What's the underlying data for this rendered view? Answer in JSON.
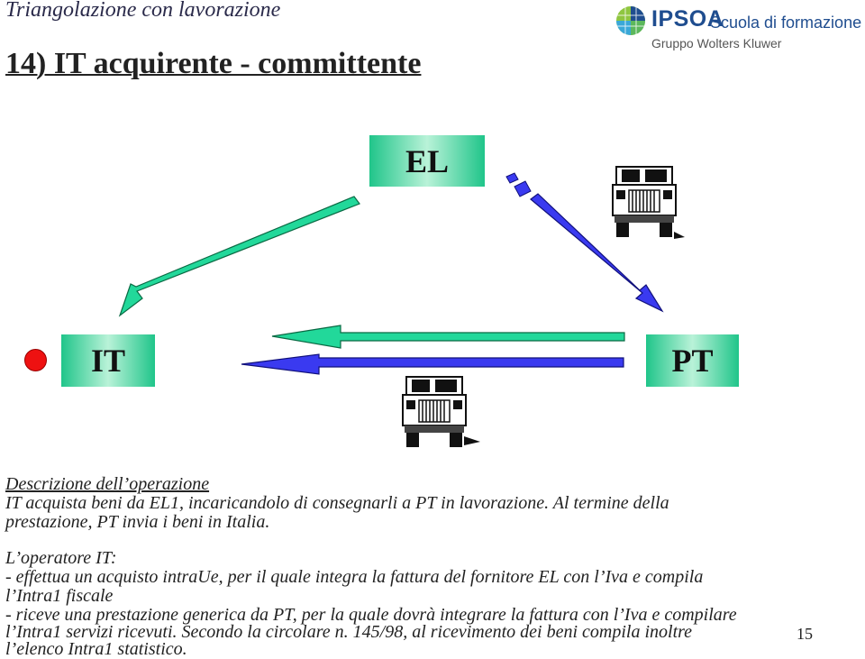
{
  "header": {
    "section_title": "Triangolazione con lavorazione",
    "slide_title": "14) IT acquirente - committente"
  },
  "logo": {
    "brand": "IPSOA",
    "school": "Scuola di formazione",
    "group": "Gruppo Wolters Kluwer"
  },
  "diagram": {
    "nodes": {
      "el": "EL",
      "it": "IT",
      "pt": "PT"
    },
    "colors": {
      "green_arrow": "#22d89a",
      "blue_arrow": "#3a3af0",
      "box_dark": "#20c58a",
      "box_light": "#b9f2d8",
      "marker": "#ee1111"
    },
    "icons": [
      "truck-icon",
      "truck-icon"
    ]
  },
  "description": {
    "heading": "Descrizione dell’operazione",
    "lines": [
      "IT acquista beni da EL1, incaricandolo di consegnarli a PT in lavorazione. Al termine della",
      "prestazione, PT invia i beni in Italia."
    ]
  },
  "obligations": {
    "heading": "L’operatore IT:",
    "lines": [
      "- effettua un acquisto intraUe, per il quale integra la fattura del fornitore EL con l’Iva e compila",
      "l’Intra1 fiscale",
      "- riceve una prestazione generica da PT, per la quale dovrà integrare la fattura con l’Iva e compilare",
      "l’Intra1 servizi ricevuti. Secondo la circolare n. 145/98, al ricevimento dei beni compila inoltre",
      "l’elenco Intra1 statistico."
    ]
  },
  "footer": {
    "page_number": "15"
  }
}
